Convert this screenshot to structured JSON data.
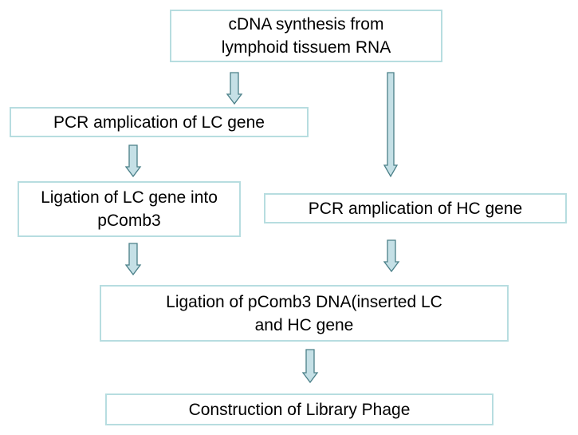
{
  "diagram": {
    "nodes": {
      "cdna_synthesis": {
        "lines": [
          "cDNA synthesis from",
          "lymphoid tissuem RNA"
        ]
      },
      "pcr_lc": {
        "lines": [
          "PCR amplication of LC gene"
        ]
      },
      "ligation_lc": {
        "lines": [
          "Ligation of LC gene into",
          "pComb3"
        ]
      },
      "pcr_hc": {
        "lines": [
          "PCR amplication of HC gene"
        ]
      },
      "ligation_both": {
        "lines": [
          "Ligation of pComb3 DNA(inserted LC",
          "and HC gene"
        ]
      },
      "library": {
        "lines": [
          "Construction of Library Phage"
        ]
      }
    },
    "edges": [
      {
        "from": "cdna_synthesis",
        "to": "pcr_lc"
      },
      {
        "from": "cdna_synthesis",
        "to": "pcr_hc"
      },
      {
        "from": "pcr_lc",
        "to": "ligation_lc"
      },
      {
        "from": "ligation_lc",
        "to": "ligation_both"
      },
      {
        "from": "pcr_hc",
        "to": "ligation_both"
      },
      {
        "from": "ligation_both",
        "to": "library"
      }
    ],
    "colors": {
      "box_border": "#b7dde0",
      "arrow_fill": "#c5e0e6",
      "arrow_stroke": "#4a7f88",
      "text": "#000000"
    }
  }
}
